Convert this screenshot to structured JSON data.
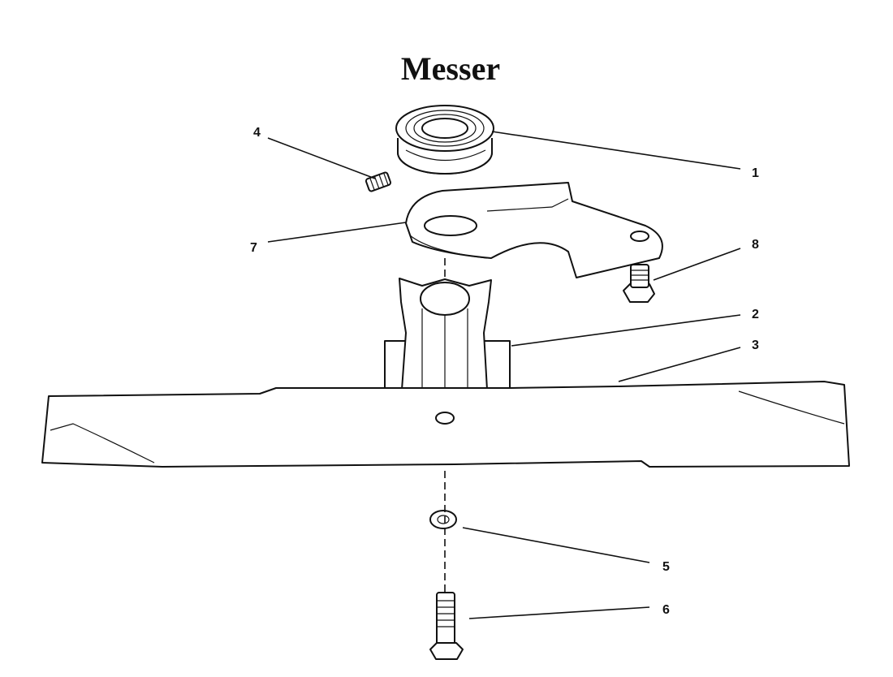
{
  "title": "Messer",
  "callouts": {
    "p1": "1",
    "p2": "2",
    "p3": "3",
    "p4": "4",
    "p5": "5",
    "p6": "6",
    "p7": "7",
    "p8": "8"
  }
}
